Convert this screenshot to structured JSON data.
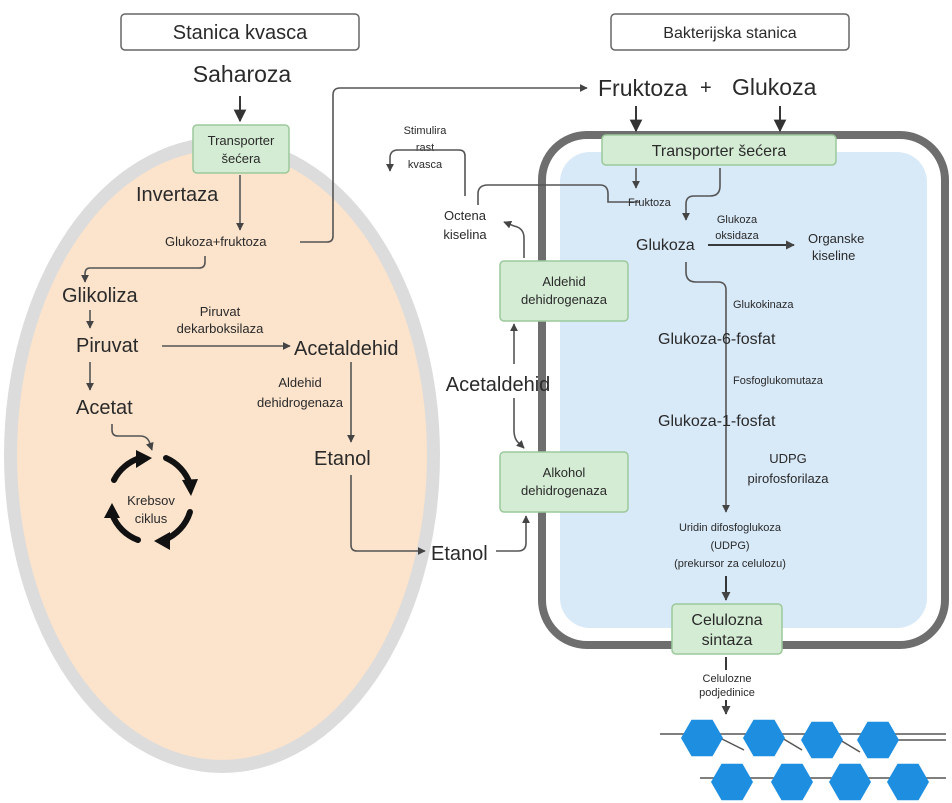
{
  "yeast_cell": {
    "title": "Stanica kvasca",
    "sucrose": "Saharoza",
    "transporter": [
      "Transporter",
      "šećera"
    ],
    "invertase": "Invertaza",
    "glucose_fructose": "Glukoza+fruktoza",
    "glycolysis": "Glikoliza",
    "pyruvate": "Piruvat",
    "pyruvate_decarboxylase": [
      "Piruvat",
      "dekarboksilaza"
    ],
    "acetaldehyde": "Acetaldehid",
    "acetate": "Acetat",
    "aldehyde_dehydrogenase": [
      "Aldehid",
      "dehidrogenaza"
    ],
    "ethanol": "Etanol",
    "krebs": [
      "Krebsov",
      "ciklus"
    ]
  },
  "middle": {
    "stimulates": [
      "Stimulira",
      "rast",
      "kvasca"
    ],
    "acetic_acid": [
      "Octena",
      "kiselina"
    ],
    "aldehyde_dehydrogenase": [
      "Aldehid",
      "dehidrogenaza"
    ],
    "acetaldehyde": "Acetaldehid",
    "alcohol_dehydrogenase": [
      "Alkohol",
      "dehidrogenaza"
    ],
    "ethanol": "Etanol"
  },
  "bacterial_cell": {
    "title": "Bakterijska stanica",
    "fructose": "Fruktoza",
    "plus": "+",
    "glucose": "Glukoza",
    "transporter": "Transporter šećera",
    "fructose_small": "Fruktoza",
    "glucose_inner": "Glukoza",
    "glucose_oxidase": [
      "Glukoza",
      "oksidaza"
    ],
    "organic_acids": [
      "Organske",
      "kiseline"
    ],
    "glucokinase": "Glukokinaza",
    "g6p": "Glukoza-6-fosfat",
    "phosphoglucomutase": "Fosfoglukomutaza",
    "g1p": "Glukoza-1-fosfat",
    "udpg_pyro": [
      "UDPG",
      "pirofosforilaza"
    ],
    "udpg": [
      "Uridin difosfoglukoza",
      "(UDPG)",
      "(prekursor za celulozu)"
    ],
    "cellulose_synthase": [
      "Celulozna",
      "sintaza"
    ],
    "cellulose_subunits": [
      "Celulozne",
      "podjedinice"
    ]
  },
  "colors": {
    "yeast_fill": "#fbe3cc",
    "yeast_wall": "#dcdcdc",
    "bacterial_fill": "#d8e9f8",
    "bacterial_wall": "#6e6e6e",
    "enzyme_box": "#d4ecd4",
    "enzyme_border": "#9cc99c",
    "hexagon": "#1e8ee0"
  }
}
